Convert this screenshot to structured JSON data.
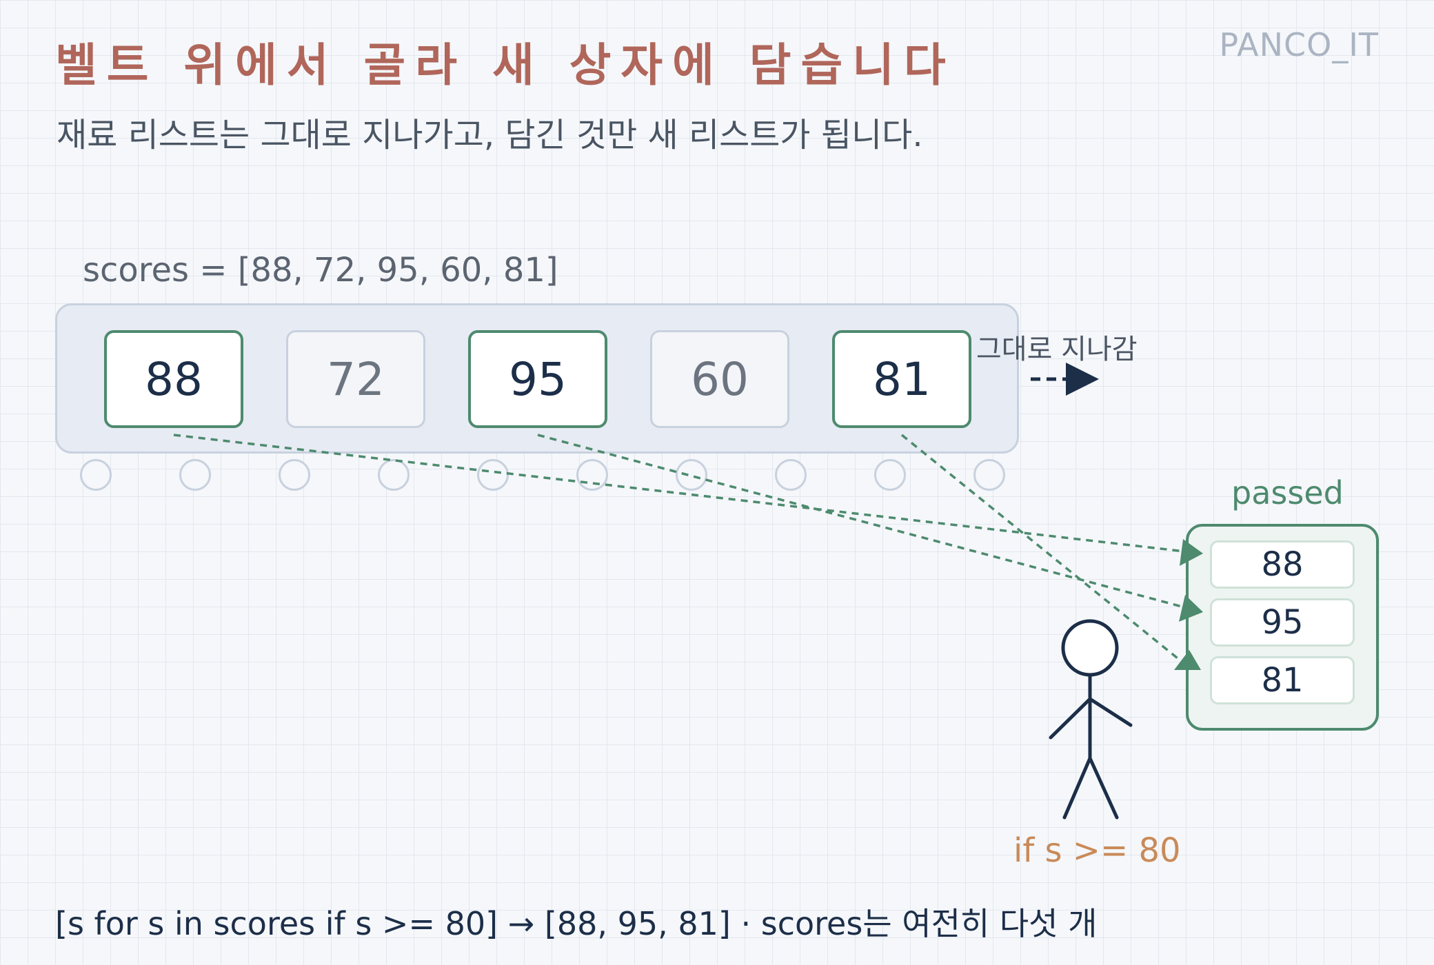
{
  "header": {
    "title": "벨트 위에서 골라 새 상자에 담습니다",
    "subtitle": "재료 리스트는 그대로 지나가고, 담긴 것만 새 리스트가 됩니다.",
    "brand": "PANCO_IT"
  },
  "belt": {
    "list_label": "scores = [88, 72, 95, 60, 81]",
    "items": [
      {
        "value": "88",
        "selected": true
      },
      {
        "value": "72",
        "selected": false
      },
      {
        "value": "95",
        "selected": true
      },
      {
        "value": "60",
        "selected": false
      },
      {
        "value": "81",
        "selected": true
      }
    ],
    "pass_through_label": "그대로 지나감"
  },
  "result": {
    "label": "passed",
    "items": [
      "88",
      "95",
      "81"
    ]
  },
  "filter": {
    "condition": "if s >= 80"
  },
  "footer": {
    "code": "[s for s in scores if s >= 80] → [88, 95, 81] · scores는 여전히 다섯 개"
  },
  "colors": {
    "title": "#b0665a",
    "accent_green": "#4d8a6e",
    "condition": "#c98a58",
    "dark": "#1c2e48",
    "muted": "#c8d1de"
  }
}
